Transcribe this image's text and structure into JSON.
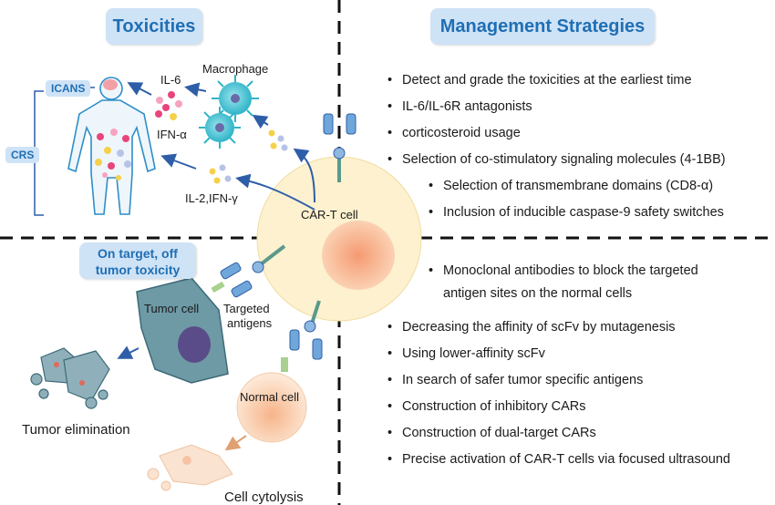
{
  "titles": {
    "toxicities": "Toxicities",
    "management": "Management Strategies",
    "on_target": "On target, off tumor toxicity"
  },
  "labels": {
    "icans": "ICANS",
    "crs": "CRS",
    "il6": "IL-6",
    "ifn_alpha": "IFN-α",
    "macrophage": "Macrophage",
    "il2_ifng": "IL-2,IFN-γ",
    "cart_cell": "CAR-T cell",
    "tumor_cell": "Tumor cell",
    "targeted_antigens_line1": "Targeted",
    "targeted_antigens_line2": "antigens",
    "normal_cell": "Normal cell",
    "tumor_elimination": "Tumor elimination",
    "cell_cytolysis": "Cell cytolysis"
  },
  "strategies_top": [
    "Detect and grade the toxicities at the earliest time",
    "IL-6/IL-6R antagonists",
    "corticosteroid usage",
    "Selection of co-stimulatory signaling molecules (4-1BB)"
  ],
  "strategies_top_indented": [
    "Selection of transmembrane domains (CD8-α)",
    "Inclusion of inducible caspase-9 safety switches"
  ],
  "strategies_bottom_indented": {
    "line1": "Monoclonal antibodies to block the targeted",
    "line2": "antigen sites on the normal cells"
  },
  "strategies_bottom": [
    "Decreasing the affinity of scFv by mutagenesis",
    "Using lower-affinity scFv",
    "In search of safer tumor specific antigens",
    "Construction of inhibitory CARs",
    "Construction of dual-target CARs",
    " Precise activation of CAR-T cells via focused ultrasound"
  ],
  "colors": {
    "title_bg": "#cfe3f6",
    "title_text": "#1f6fb5",
    "arrow": "#2f5ea8",
    "cart_cell": "#fdf1cf",
    "cart_nucleus": "#f6a37e",
    "tumor_cell": "#6e9aa6",
    "macrophage": "#45c4d6",
    "body_outline": "#2f8ec8"
  }
}
